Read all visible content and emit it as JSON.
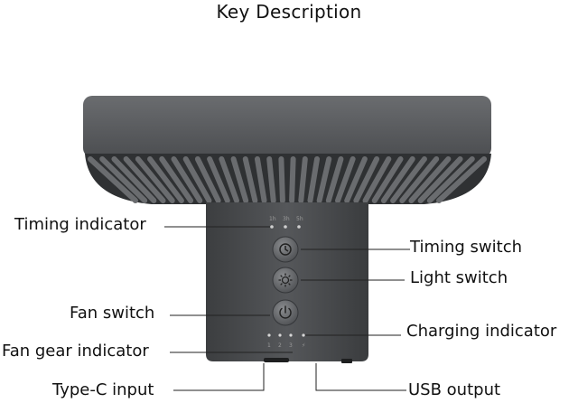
{
  "title": "Key Description",
  "labels": {
    "timing_indicator": "Timing indicator",
    "fan_switch": "Fan switch",
    "fan_gear_indicator": "Fan gear indicator",
    "type_c_input": "Type-C input",
    "timing_switch": "Timing switch",
    "light_switch": "Light switch",
    "charging_indicator": "Charging indicator",
    "usb_output": "USB output"
  },
  "device": {
    "timer_marks": [
      "1h",
      "3h",
      "5h"
    ],
    "gear_marks": [
      "1",
      "2",
      "3",
      "⚡"
    ],
    "icons": [
      "clock-icon",
      "sun-icon",
      "power-icon"
    ]
  },
  "colors": {
    "body": "#4a4c4e",
    "head": "#5b5d60",
    "line": "#222222"
  }
}
